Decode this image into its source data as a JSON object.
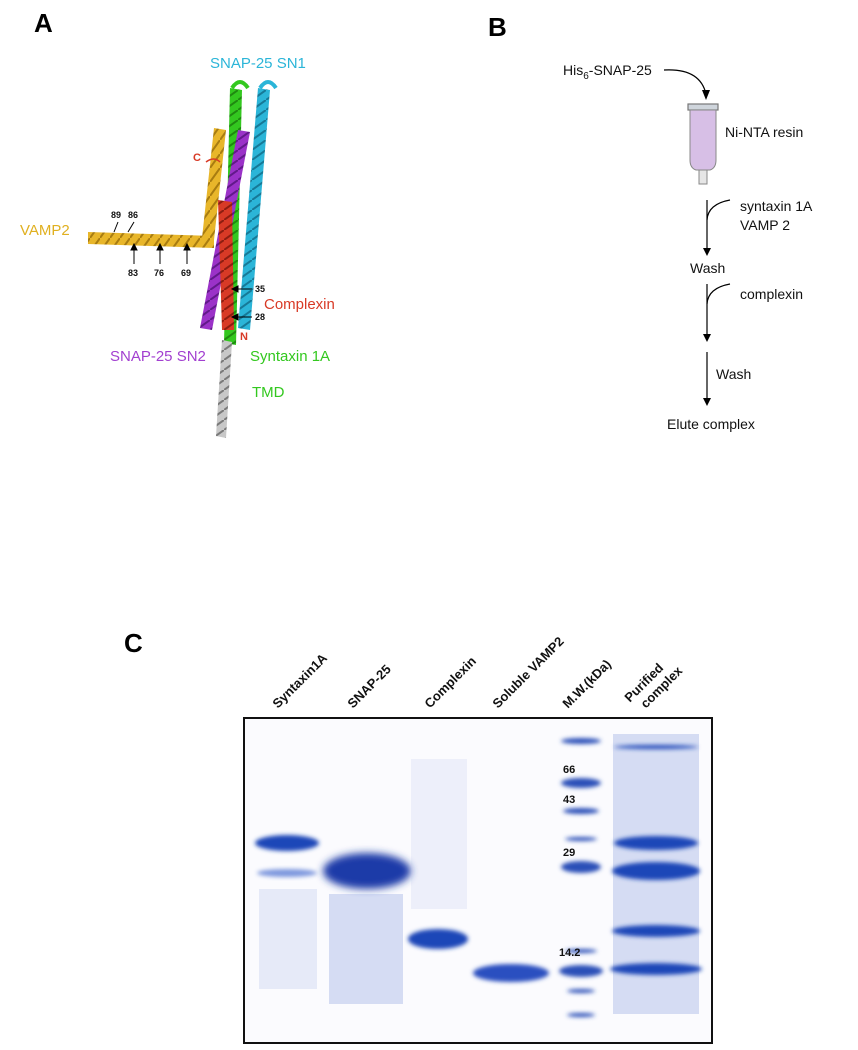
{
  "panelA": {
    "letter": "A",
    "labels": {
      "sn1": "SNAP-25 SN1",
      "vamp2": "VAMP2",
      "complexin": "Complexin",
      "sn2": "SNAP-25 SN2",
      "syntaxin": "Syntaxin 1A",
      "tmd": "TMD",
      "c_term": "C",
      "n_term": "N"
    },
    "residues": {
      "r89": "89",
      "r86": "86",
      "r83": "83",
      "r76": "76",
      "r69": "69",
      "r35": "35",
      "r28": "28"
    },
    "colors": {
      "vamp2": "#e8b62a",
      "sn1": "#2bb5d8",
      "sn2": "#9b32c8",
      "syntaxin": "#33c81f",
      "complexin": "#d83a26",
      "tmd": "#b4b4b4"
    }
  },
  "panelB": {
    "letter": "B",
    "his_prefix": "His",
    "his_sub": "6",
    "his_suffix": "-SNAP-25",
    "resin": "Ni-NTA resin",
    "syntaxin": "syntaxin 1A",
    "vamp": "VAMP 2",
    "wash1": "Wash",
    "complexin": "complexin",
    "wash2": "Wash",
    "elute": "Elute complex",
    "colors": {
      "resin": "#d7bfe6"
    }
  },
  "panelC": {
    "letter": "C",
    "lanes": [
      "Syntaxin1A",
      "SNAP-25",
      "Complexin",
      "Soluble VAMP2",
      "M.W.(kDa)",
      "Purified",
      "complex"
    ],
    "markers": [
      "66",
      "43",
      "29",
      "14.2"
    ],
    "colors": {
      "band": "#2a4aa8"
    }
  }
}
